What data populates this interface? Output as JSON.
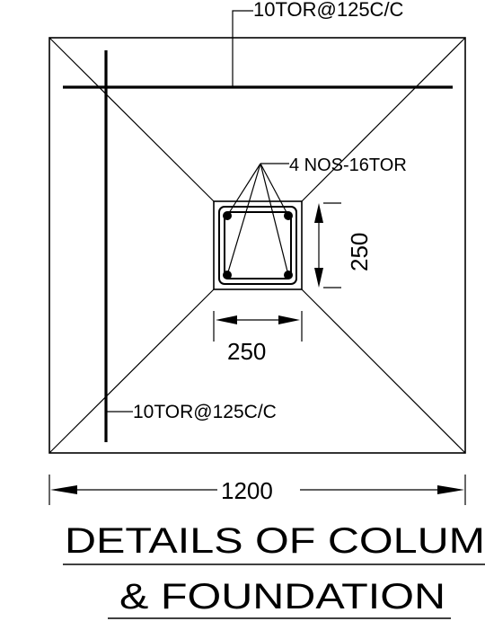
{
  "labels": {
    "top_rebar": "10TOR@125C/C",
    "bottom_rebar": "10TOR@125C/C",
    "column_bars": "4 NOS-16TOR",
    "column_depth": "250",
    "column_width": "250",
    "footing_width": "1200",
    "footing_side_partial": "1200"
  },
  "title": {
    "line1": "DETAILS OF COLUM",
    "line2": "& FOUNDATION"
  },
  "colors": {
    "ink": "#000000",
    "paper": "#ffffff"
  }
}
